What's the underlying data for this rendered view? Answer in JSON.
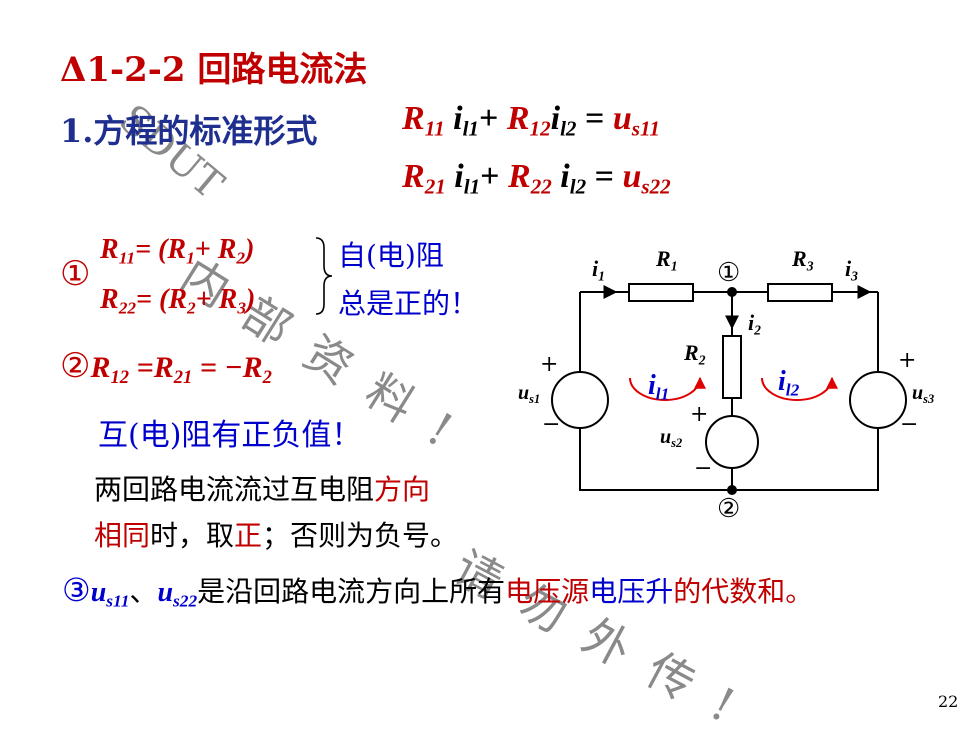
{
  "title": "Δ1-2-2 回路电流法",
  "section1": "1.方程的标准形式",
  "eq1": {
    "a": "R",
    "a_sub": "11",
    "b": "i",
    "b_sub": "l1",
    "plus": "+",
    "c": "R",
    "c_sub": "12",
    "d": "i",
    "d_sub": "l2",
    "eq": "=",
    "e": "u",
    "e_sub": "s11"
  },
  "eq2": {
    "a": "R",
    "a_sub": "21",
    "b": "i",
    "b_sub": "l1",
    "plus": "+",
    "c": "R",
    "c_sub": "22",
    "d": "i",
    "d_sub": "l2",
    "eq": "=",
    "e": "u",
    "e_sub": "s22"
  },
  "item1": {
    "marker": "①",
    "line1": {
      "lhs": "R",
      "lhs_sub": "11",
      "mid": "= (",
      "r1": "R",
      "r1_sub": "1",
      "plus": "+ ",
      "r2": "R",
      "r2_sub": "2",
      "close": ")"
    },
    "line2": {
      "lhs": "R",
      "lhs_sub": "22",
      "mid": "= (",
      "r1": "R",
      "r1_sub": "2",
      "plus": "+ ",
      "r2": "R",
      "r2_sub": "3",
      "close": ")"
    },
    "note1": "自(电)阻",
    "note2": "总是正的！"
  },
  "item2": {
    "marker": "②",
    "a": "R",
    "a_sub": "12",
    "eq1": " =",
    "b": "R",
    "b_sub": "21",
    "eq2": " = −",
    "c": "R",
    "c_sub": "2"
  },
  "mutual": "互(电)阻有正负值！",
  "rule_line1": {
    "black": "两回路电流流过互电阻",
    "red": "方向"
  },
  "rule_line2": {
    "red1": "相同",
    "black1": "时，取",
    "red2": "正",
    "black2": "；否则为负号。"
  },
  "item3": {
    "marker": "③",
    "u1": "u",
    "u1_sub": "s11",
    "sep": "、",
    "u2": "u",
    "u2_sub": "s22",
    "t1": "是沿回路电流方向上所有",
    "t2": "电压源",
    "t3": "电压升",
    "t4": "的代数和。"
  },
  "watermark": {
    "a": "SDUT",
    "b": "内 部 资 料 !",
    "c": "请 勿 外 传 !"
  },
  "circuit": {
    "i1": "i",
    "i1_sub": "1",
    "R1": "R",
    "R1_sub": "1",
    "node1": "①",
    "R3": "R",
    "R3_sub": "3",
    "i3": "i",
    "i3_sub": "3",
    "i2": "i",
    "i2_sub": "2",
    "R2": "R",
    "R2_sub": "2",
    "il1": "i",
    "il1_sub": "l1",
    "il2": "i",
    "il2_sub": "l2",
    "us1": "u",
    "us1_sub": "s1",
    "us2": "u",
    "us2_sub": "s2",
    "us3": "u",
    "us3_sub": "s3",
    "plus": "+",
    "minus": "−",
    "node2": "②"
  },
  "page_number": "22"
}
